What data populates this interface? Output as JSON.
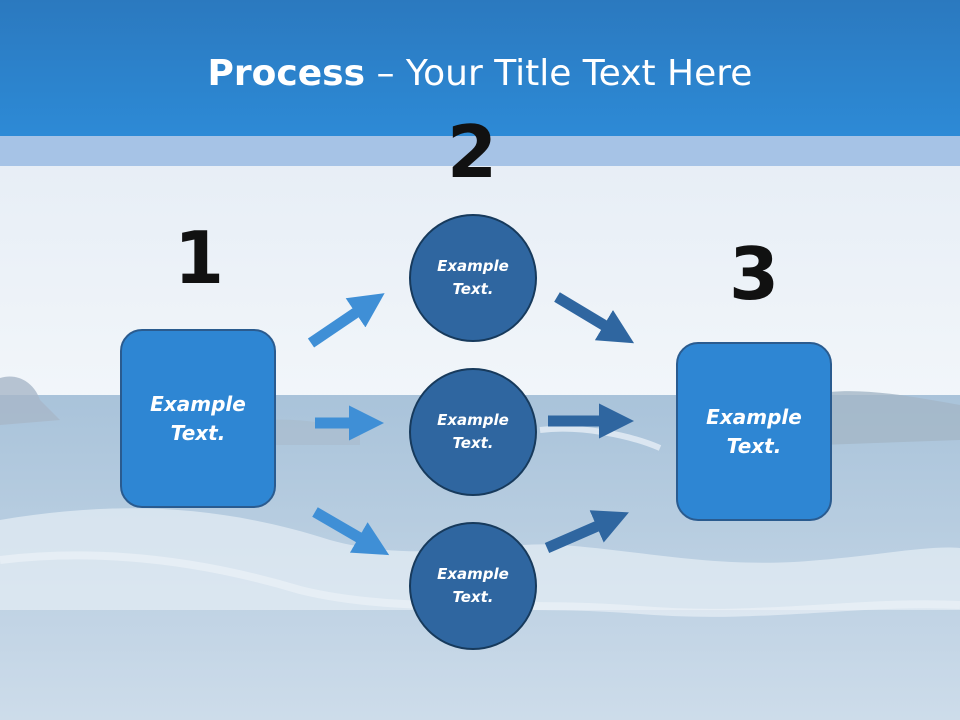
{
  "title": {
    "bold": "Process",
    "rest": " – Your Title Text Here"
  },
  "steps": {
    "one": "1",
    "two": "2",
    "three": "3"
  },
  "nodes": {
    "left_box": "Example Text.",
    "circle_top": "Example Text.",
    "circle_middle": "Example Text.",
    "circle_bottom": "Example Text.",
    "right_box": "Example Text."
  },
  "colors": {
    "header": "#2d86d3",
    "box": "#2e86d3",
    "circle": "#2f66a0",
    "arrow_left": "#3f8fd6",
    "arrow_right": "#2f66a0"
  }
}
